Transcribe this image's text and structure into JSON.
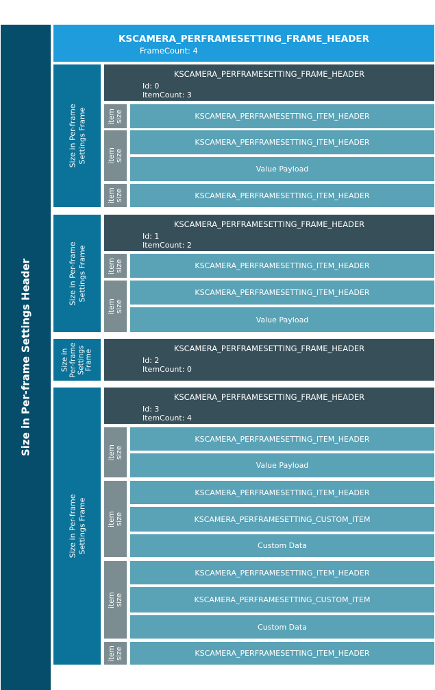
{
  "outer_label": "Size in Per-frame Settings Header",
  "top_header": {
    "title": "KSCAMERA_PERFRAMESETTING_FRAME_HEADER",
    "frame_count": "FrameCount: 4"
  },
  "frame_size_label": "Size in Per-frame Settings Frame",
  "frame_size_label_lines": [
    "Size in",
    "Per-frame",
    "Settings",
    "Frame"
  ],
  "item_size_label": [
    "item",
    "size"
  ],
  "frames": [
    {
      "header": {
        "title": "KSCAMERA_PERFRAMESETTING_FRAME_HEADER",
        "id": "Id: 0",
        "item_count": "ItemCount: 3"
      },
      "items": [
        {
          "cells": [
            "KSCAMERA_PERFRAMESETTING_ITEM_HEADER"
          ]
        },
        {
          "cells": [
            "KSCAMERA_PERFRAMESETTING_ITEM_HEADER",
            "Value Payload"
          ]
        },
        {
          "cells": [
            "KSCAMERA_PERFRAMESETTING_ITEM_HEADER"
          ]
        }
      ]
    },
    {
      "header": {
        "title": "KSCAMERA_PERFRAMESETTING_FRAME_HEADER",
        "id": "Id: 1",
        "item_count": "ItemCount: 2"
      },
      "items": [
        {
          "cells": [
            "KSCAMERA_PERFRAMESETTING_ITEM_HEADER"
          ]
        },
        {
          "cells": [
            "KSCAMERA_PERFRAMESETTING_ITEM_HEADER",
            "Value Payload"
          ]
        }
      ]
    },
    {
      "header": {
        "title": "KSCAMERA_PERFRAMESETTING_FRAME_HEADER",
        "id": "Id: 2",
        "item_count": "ItemCount: 0"
      },
      "items": []
    },
    {
      "header": {
        "title": "KSCAMERA_PERFRAMESETTING_FRAME_HEADER",
        "id": "Id: 3",
        "item_count": "ItemCount: 4"
      },
      "items": [
        {
          "cells": [
            "KSCAMERA_PERFRAMESETTING_ITEM_HEADER",
            "Value Payload"
          ]
        },
        {
          "cells": [
            "KSCAMERA_PERFRAMESETTING_ITEM_HEADER",
            "KSCAMERA_PERFRAMESETTING_CUSTOM_ITEM",
            "Custom Data"
          ]
        },
        {
          "cells": [
            "KSCAMERA_PERFRAMESETTING_ITEM_HEADER",
            "KSCAMERA_PERFRAMESETTING_CUSTOM_ITEM",
            "Custom Data"
          ]
        },
        {
          "cells": [
            "KSCAMERA_PERFRAMESETTING_ITEM_HEADER"
          ]
        }
      ]
    }
  ]
}
